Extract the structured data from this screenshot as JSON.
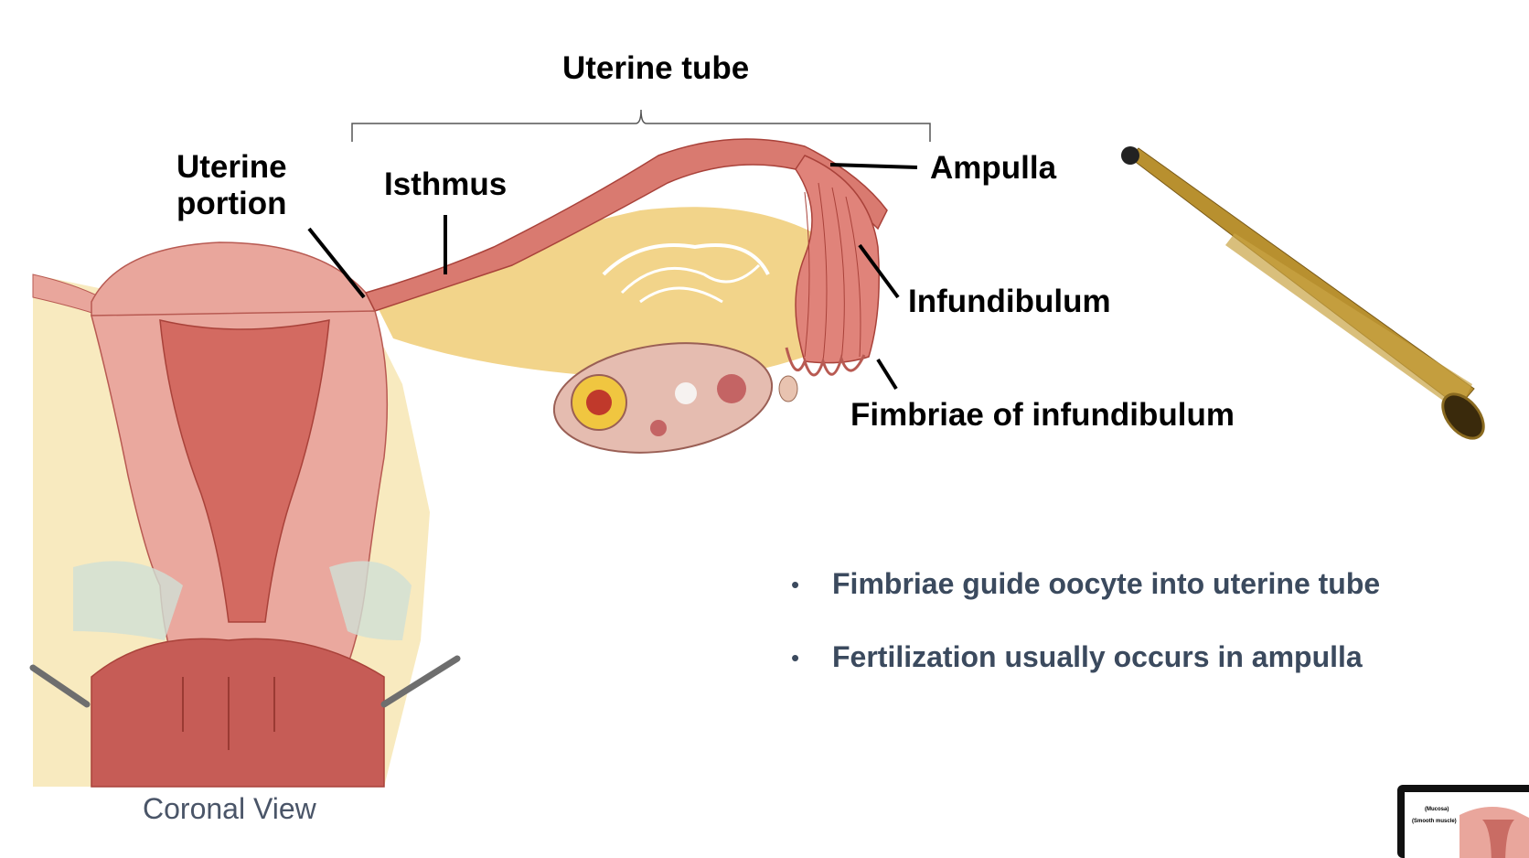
{
  "diagram": {
    "title": "Uterine tube",
    "labels": {
      "uterine_portion": [
        "Uterine",
        "portion"
      ],
      "isthmus": "Isthmus",
      "ampulla": "Ampulla",
      "infundibulum": "Infundibulum",
      "fimbriae": "Fimbriae of infundibulum"
    },
    "caption": "Coronal View"
  },
  "bullets": [
    "Fimbriae guide oocyte into uterine tube",
    "Fertilization usually occurs in ampulla"
  ],
  "bullet_symbol": "•",
  "thumbnail": {
    "labels": [
      "(Mucosa)",
      "(Smooth muscle)"
    ]
  },
  "colors": {
    "tissue": "#e8a39a",
    "tissue_dark": "#b5443c",
    "fat": "#f2d98a",
    "trumpet": "#b8902f",
    "bullet_text": "#3b4a5e"
  }
}
